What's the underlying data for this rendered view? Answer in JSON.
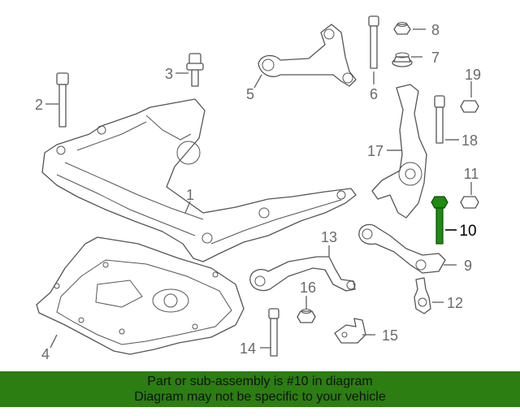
{
  "callouts": {
    "c1": "1",
    "c2": "2",
    "c3": "3",
    "c4": "4",
    "c5": "5",
    "c6": "6",
    "c7": "7",
    "c8": "8",
    "c9": "9",
    "c10": "10",
    "c11": "11",
    "c12": "12",
    "c13": "13",
    "c14": "14",
    "c15": "15",
    "c16": "16",
    "c17": "17",
    "c18": "18",
    "c19": "19"
  },
  "banner": {
    "line1": "Part or sub-assembly is #10 in diagram",
    "line2": "Diagram may not be specific to your vehicle"
  },
  "colors": {
    "banner_bg": "#2c7d12",
    "highlight_part": "#1f8a14",
    "line_art": "#555555"
  }
}
